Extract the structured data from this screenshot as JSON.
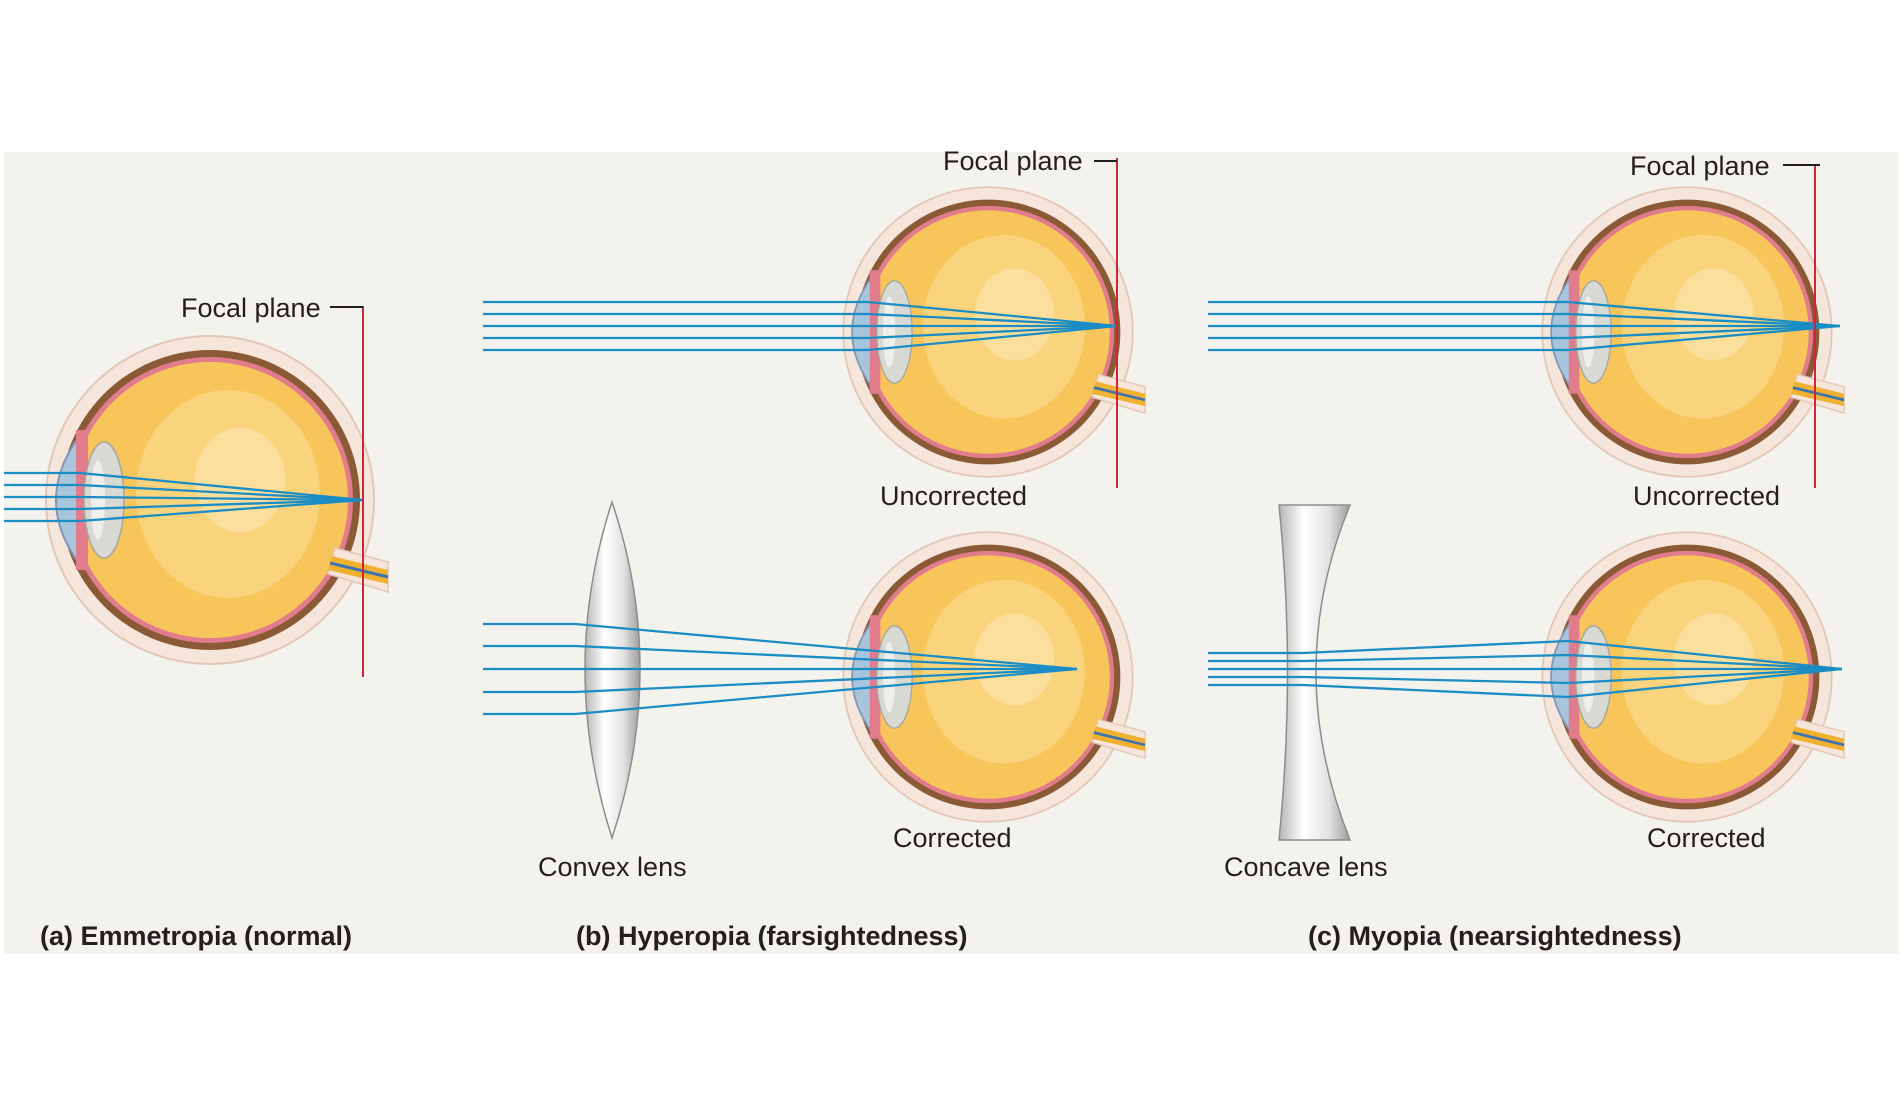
{
  "colors": {
    "panel_background": "#f4f2ed",
    "ray": "#1a8dc4",
    "focal_line": "#c8283a",
    "vitreous": "#f8c55a",
    "sclera": "#8a5a36",
    "retina_edge": "#e07c8c",
    "cornea": "#a9c5de",
    "lens_glass": "#d6d6d6",
    "optic_nerve": "#f0b030"
  },
  "panel_a": {
    "focal_label": "Focal plane",
    "caption": "(a) Emmetropia (normal)"
  },
  "panel_b": {
    "focal_label": "Focal plane",
    "uncorrected_label": "Uncorrected",
    "corrected_label": "Corrected",
    "lens_label": "Convex lens",
    "caption": "(b) Hyperopia (farsightedness)"
  },
  "panel_c": {
    "focal_label": "Focal plane",
    "uncorrected_label": "Uncorrected",
    "corrected_label": "Corrected",
    "lens_label": "Concave lens",
    "caption": "(c) Myopia (nearsightedness)"
  }
}
